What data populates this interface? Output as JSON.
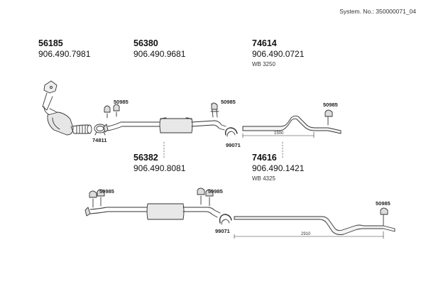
{
  "header": {
    "system_no": "System. No.: 350000071_04"
  },
  "parts": [
    {
      "part_no": "56185",
      "oem_no": "906.490.7981"
    },
    {
      "part_no": "56380",
      "oem_no": "906.490.9681"
    },
    {
      "part_no": "74614",
      "oem_no": "906.490.0721",
      "wheelbase": "WB 3250"
    },
    {
      "part_no": "56382",
      "oem_no": "906.490.8081"
    },
    {
      "part_no": "74616",
      "oem_no": "906.490.1421",
      "wheelbase": "WB 4325"
    }
  ],
  "labels": {
    "hanger": "50985",
    "clamp_large": "74811",
    "clamp_small": "99071",
    "dim_short": "1500",
    "dim_long": "2910"
  }
}
